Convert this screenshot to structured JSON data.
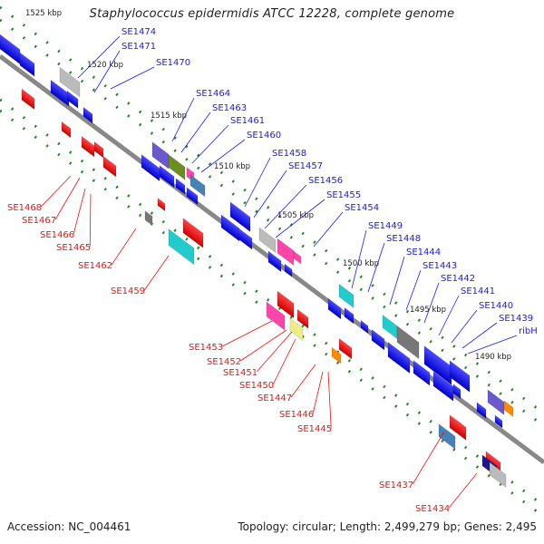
{
  "title": "Staphylococcus epidermidis ATCC 12228, complete genome",
  "accession": "Accession: NC_004461",
  "topology": "Topology: circular; Length: 2,499,279 bp; Genes: 2,495",
  "colors": {
    "forward": "#1a1aee",
    "reverse": "#ee1111",
    "backbone": "#888888",
    "tick": "#228822"
  },
  "ticks": [
    "1525 kbp",
    "1520 kbp",
    "1515 kbp",
    "1510 kbp",
    "1505 kbp",
    "1500 kbp",
    "1495 kbp",
    "1490 kbp"
  ],
  "forward_labels": [
    "SE1474",
    "SE1471",
    "SE1470",
    "SE1464",
    "SE1463",
    "SE1461",
    "SE1460",
    "SE1458",
    "SE1457",
    "SE1456",
    "SE1455",
    "SE1454",
    "SE1449",
    "SE1448",
    "SE1444",
    "SE1443",
    "SE1442",
    "SE1441",
    "SE1440",
    "SE1439",
    "ribH"
  ],
  "reverse_labels": [
    "SE1468",
    "SE1467",
    "SE1466",
    "SE1465",
    "SE1462",
    "SE1459",
    "SE1453",
    "SE1452",
    "SE1451",
    "SE1450",
    "SE1447",
    "SE1446",
    "SE1445",
    "SE1437",
    "SE1434"
  ]
}
